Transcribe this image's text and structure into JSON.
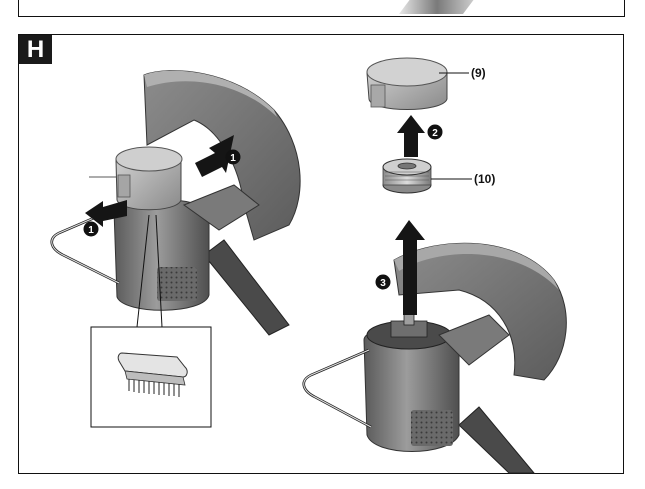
{
  "figure": {
    "badge": "H",
    "callouts": {
      "cap": "(9)",
      "spool": "(10)"
    },
    "steps": {
      "press_side": "1",
      "press_front": "1",
      "lift_cap": "2",
      "lift_spool": "3"
    },
    "colors": {
      "ink": "#111111",
      "machine_dark": "#6e6e6e",
      "machine_mid": "#9a9a9a",
      "machine_light": "#c8c8c8"
    }
  }
}
